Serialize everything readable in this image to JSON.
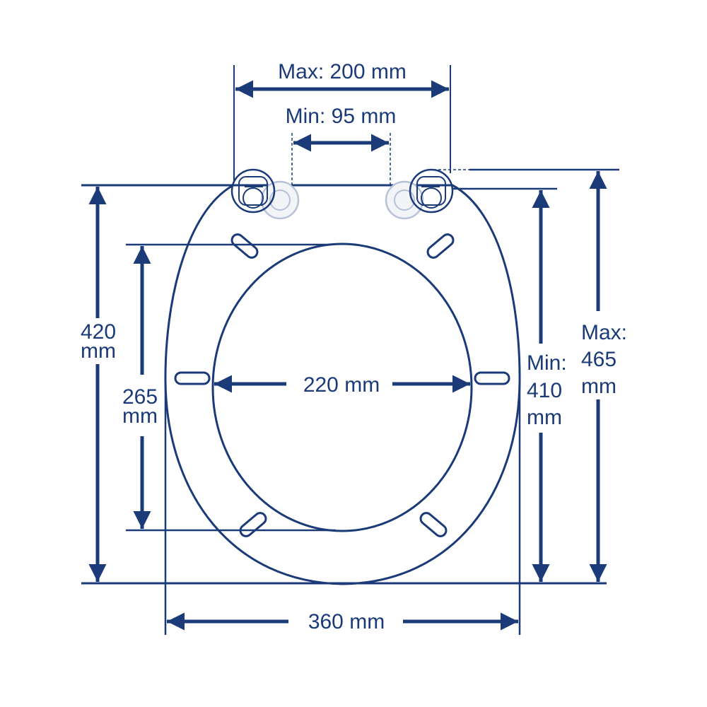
{
  "colors": {
    "line": "#1a3a78",
    "hinge_shadow": "#b8c2d6",
    "background": "#ffffff"
  },
  "dimensions": {
    "hinge_max": "Max: 200 mm",
    "hinge_min": "Min:  95 mm",
    "length_outer_value": "420",
    "length_outer_unit": "mm",
    "length_inner_value": "265",
    "length_inner_unit": "mm",
    "width_inner": "220 mm",
    "width_outer": "360 mm",
    "fix_min_label": "Min:",
    "fix_min_value": "410",
    "fix_min_unit": "mm",
    "fix_max_label": "Max:",
    "fix_max_value": "465",
    "fix_max_unit": "mm"
  },
  "icons": {
    "hinge": "hinge-icon",
    "bumper": "seat-bumper-icon"
  }
}
